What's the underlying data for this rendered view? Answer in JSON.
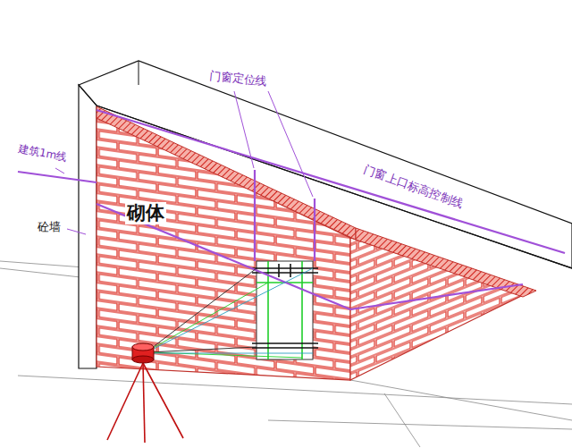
{
  "diagram": {
    "labels": [
      "门窗定位线",
      "门窗上口标高控制线",
      "建筑1m线",
      "砼墙",
      "砌体"
    ]
  }
}
